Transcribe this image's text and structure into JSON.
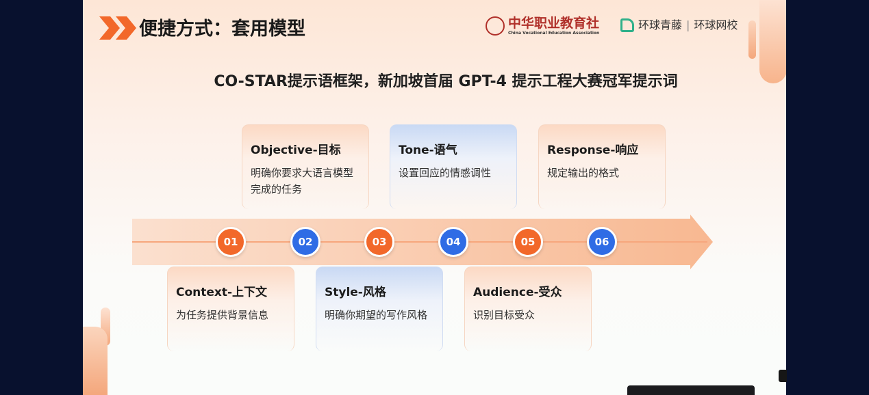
{
  "slide": {
    "title": "便捷方式：套用模型",
    "subtitle": "CO-STAR提示语框架，新加坡首届 GPT-4 提示工程大赛冠军提示词",
    "logos": {
      "org_cn": "中华职业教育社",
      "org_en": "China Vocational Education Association",
      "brand": "环球青藤",
      "sep": "|",
      "brand2": "环球网校"
    },
    "colors": {
      "orange": "#f2682a",
      "blue": "#2f6ce5"
    },
    "steps": [
      {
        "num": "01",
        "title": "Context-上下文",
        "desc": "为任务提供背景信息"
      },
      {
        "num": "02",
        "title": "Objective-目标",
        "desc": "明确你要求大语言模型完成的任务"
      },
      {
        "num": "03",
        "title": "Style-风格",
        "desc": "明确你期望的写作风格"
      },
      {
        "num": "04",
        "title": "Tone-语气",
        "desc": "设置回应的情感调性"
      },
      {
        "num": "05",
        "title": "Audience-受众",
        "desc": "识别目标受众"
      },
      {
        "num": "06",
        "title": "Response-响应",
        "desc": "规定输出的格式"
      }
    ]
  }
}
